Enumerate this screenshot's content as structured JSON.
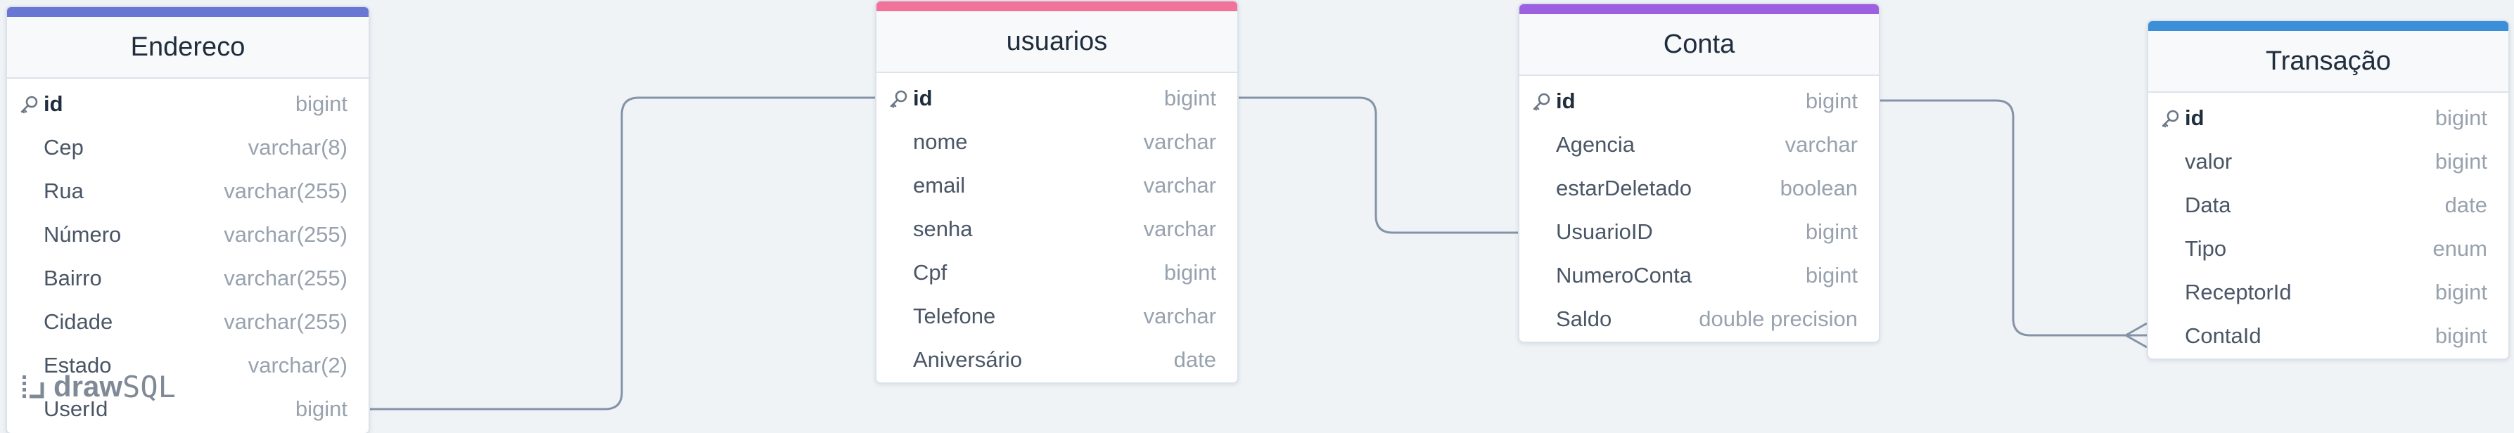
{
  "colors": {
    "background": "#eff3f6",
    "edge": "#8593a8",
    "endereco_accent": "#6977d4",
    "usuarios_accent": "#f2739a",
    "conta_accent": "#9c60e0",
    "transacao_accent": "#3b8ed8"
  },
  "icons": {
    "primary_key": "key-icon",
    "watermark": "drawsql-logo-icon"
  },
  "watermark": {
    "draw": "draw",
    "sql": "SQL"
  },
  "tables": {
    "endereco": {
      "name": "Endereco",
      "columns": [
        {
          "name": "id",
          "type": "bigint",
          "pk": true
        },
        {
          "name": "Cep",
          "type": "varchar(8)"
        },
        {
          "name": "Rua",
          "type": "varchar(255)"
        },
        {
          "name": "Número",
          "type": "varchar(255)"
        },
        {
          "name": "Bairro",
          "type": "varchar(255)"
        },
        {
          "name": "Cidade",
          "type": "varchar(255)"
        },
        {
          "name": "Estado",
          "type": "varchar(2)"
        },
        {
          "name": "UserId",
          "type": "bigint"
        }
      ]
    },
    "usuarios": {
      "name": "usuarios",
      "columns": [
        {
          "name": "id",
          "type": "bigint",
          "pk": true
        },
        {
          "name": "nome",
          "type": "varchar"
        },
        {
          "name": "email",
          "type": "varchar"
        },
        {
          "name": "senha",
          "type": "varchar"
        },
        {
          "name": "Cpf",
          "type": "bigint"
        },
        {
          "name": "Telefone",
          "type": "varchar"
        },
        {
          "name": "Aniversário",
          "type": "date"
        }
      ]
    },
    "conta": {
      "name": "Conta",
      "columns": [
        {
          "name": "id",
          "type": "bigint",
          "pk": true
        },
        {
          "name": "Agencia",
          "type": "varchar"
        },
        {
          "name": "estarDeletado",
          "type": "boolean"
        },
        {
          "name": "UsuarioID",
          "type": "bigint"
        },
        {
          "name": "NumeroConta",
          "type": "bigint"
        },
        {
          "name": "Saldo",
          "type": "double precision"
        }
      ]
    },
    "transacao": {
      "name": "Transação",
      "columns": [
        {
          "name": "id",
          "type": "bigint",
          "pk": true
        },
        {
          "name": "valor",
          "type": "bigint"
        },
        {
          "name": "Data",
          "type": "date"
        },
        {
          "name": "Tipo",
          "type": "enum"
        },
        {
          "name": "ReceptorId",
          "type": "bigint"
        },
        {
          "name": "ContaId",
          "type": "bigint"
        }
      ]
    }
  },
  "relations": [
    {
      "from": "endereco.UserId",
      "to": "usuarios.id",
      "cardinality": "one-to-one"
    },
    {
      "from": "usuarios.id",
      "to": "conta.UsuarioID",
      "cardinality": "one-to-one"
    },
    {
      "from": "conta.id",
      "to": "transacao.ContaId",
      "cardinality": "one-to-many"
    }
  ]
}
